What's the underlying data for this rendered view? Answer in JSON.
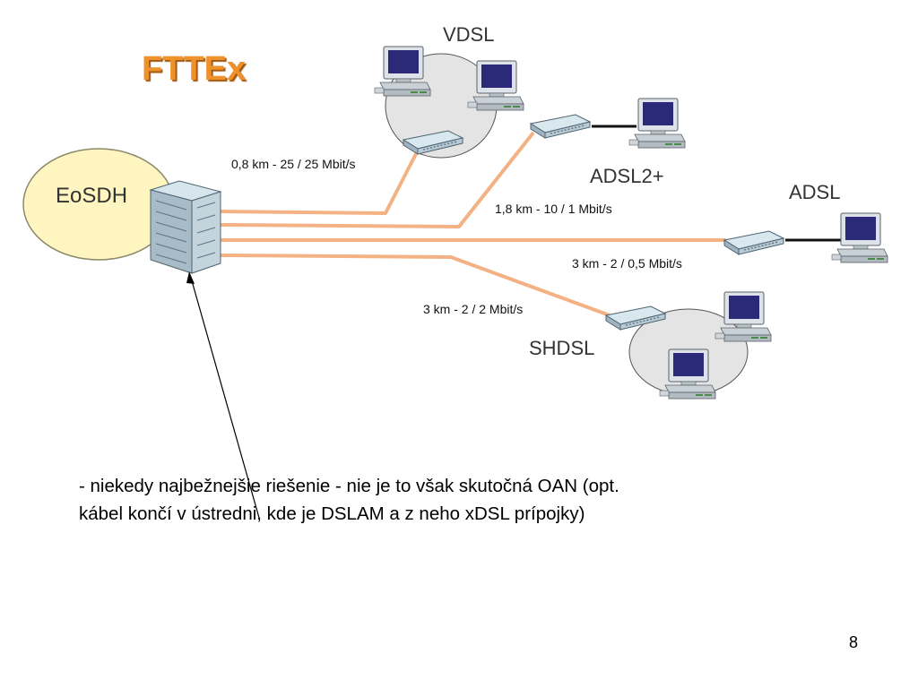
{
  "slide": {
    "title": "FTTEx",
    "body_lines": [
      "- niekedy najbežnejšie riešenie  - nie je to však skutočná OAN (opt.",
      "kábel končí v ústredni, kde je DSLAM a z neho xDSL prípojky)"
    ],
    "page_number": "8"
  },
  "diagram": {
    "hub_label": "EoSDH",
    "groups": {
      "vdsl": "VDSL",
      "adsl2plus": "ADSL2+",
      "adsl": "ADSL",
      "shdsl": "SHDSL"
    },
    "links": {
      "vdsl": "0,8 km - 25 / 25 Mbit/s",
      "adsl2plus": "1,8 km - 10  / 1  Mbit/s",
      "adsl": "3 km - 2 / 0,5 Mbit/s",
      "shdsl": "3 km - 2 / 2 Mbit/s"
    },
    "colors": {
      "fiber_line": "#f4b183",
      "hub_ellipse": "#fff5c0",
      "cloud": "#e4e4e4",
      "title": "#f0922b"
    }
  }
}
